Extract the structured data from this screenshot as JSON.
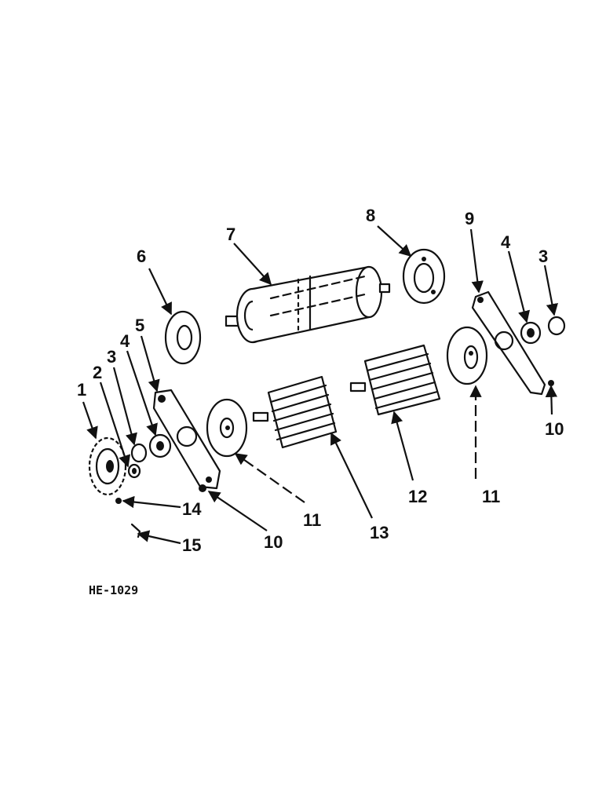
{
  "drawing_ref": "HE-1029",
  "callouts": {
    "c1": "1",
    "c2": "2",
    "c3a": "3",
    "c4a": "4",
    "c5": "5",
    "c6": "6",
    "c7": "7",
    "c8": "8",
    "c9": "9",
    "c4b": "4",
    "c3b": "3",
    "c10b": "10",
    "c10a": "10",
    "c11a": "11",
    "c13": "13",
    "c12": "12",
    "c11b": "11",
    "c14": "14",
    "c15": "15"
  }
}
